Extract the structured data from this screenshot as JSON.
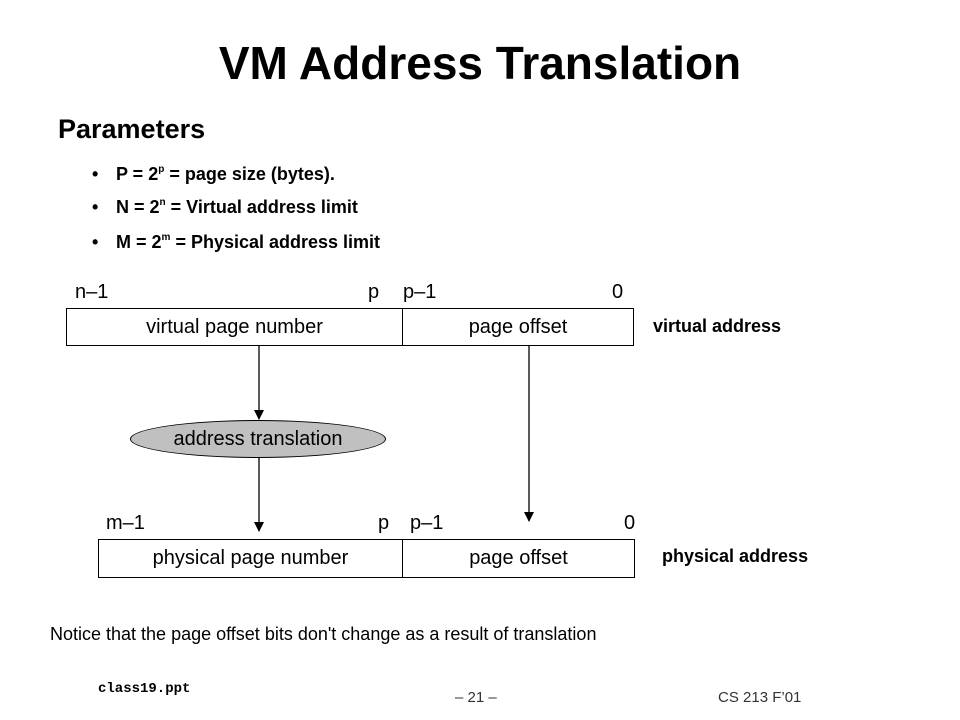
{
  "title": "VM Address Translation",
  "parameters": {
    "heading": "Parameters",
    "bullets": [
      {
        "pre": "P = 2",
        "sup": "p",
        "post": " = page size (bytes)."
      },
      {
        "pre": "N = 2",
        "sup": "n",
        "post": " = Virtual address limit"
      },
      {
        "pre": "M = 2",
        "sup": "m",
        "post": " = Physical address limit"
      }
    ]
  },
  "virtual": {
    "bits": {
      "high": "n–1",
      "mid_left": "p",
      "mid_right": "p–1",
      "low": "0"
    },
    "vpn_label": "virtual page number",
    "offset_label": "page offset",
    "side_label": "virtual address"
  },
  "translation": {
    "label": "address translation"
  },
  "physical": {
    "bits": {
      "high": "m–1",
      "mid_left": "p",
      "mid_right": "p–1",
      "low": "0"
    },
    "ppn_label": "physical page number",
    "offset_label": "page offset",
    "side_label": "physical address"
  },
  "notice": "Notice that the page offset bits don't change as a result of translation",
  "footer": {
    "file": "class19.ppt",
    "page": "– 21 –",
    "course": "CS 213 F’01"
  },
  "colors": {
    "oval_fill": "#c0c0c0",
    "stroke": "#000000"
  }
}
